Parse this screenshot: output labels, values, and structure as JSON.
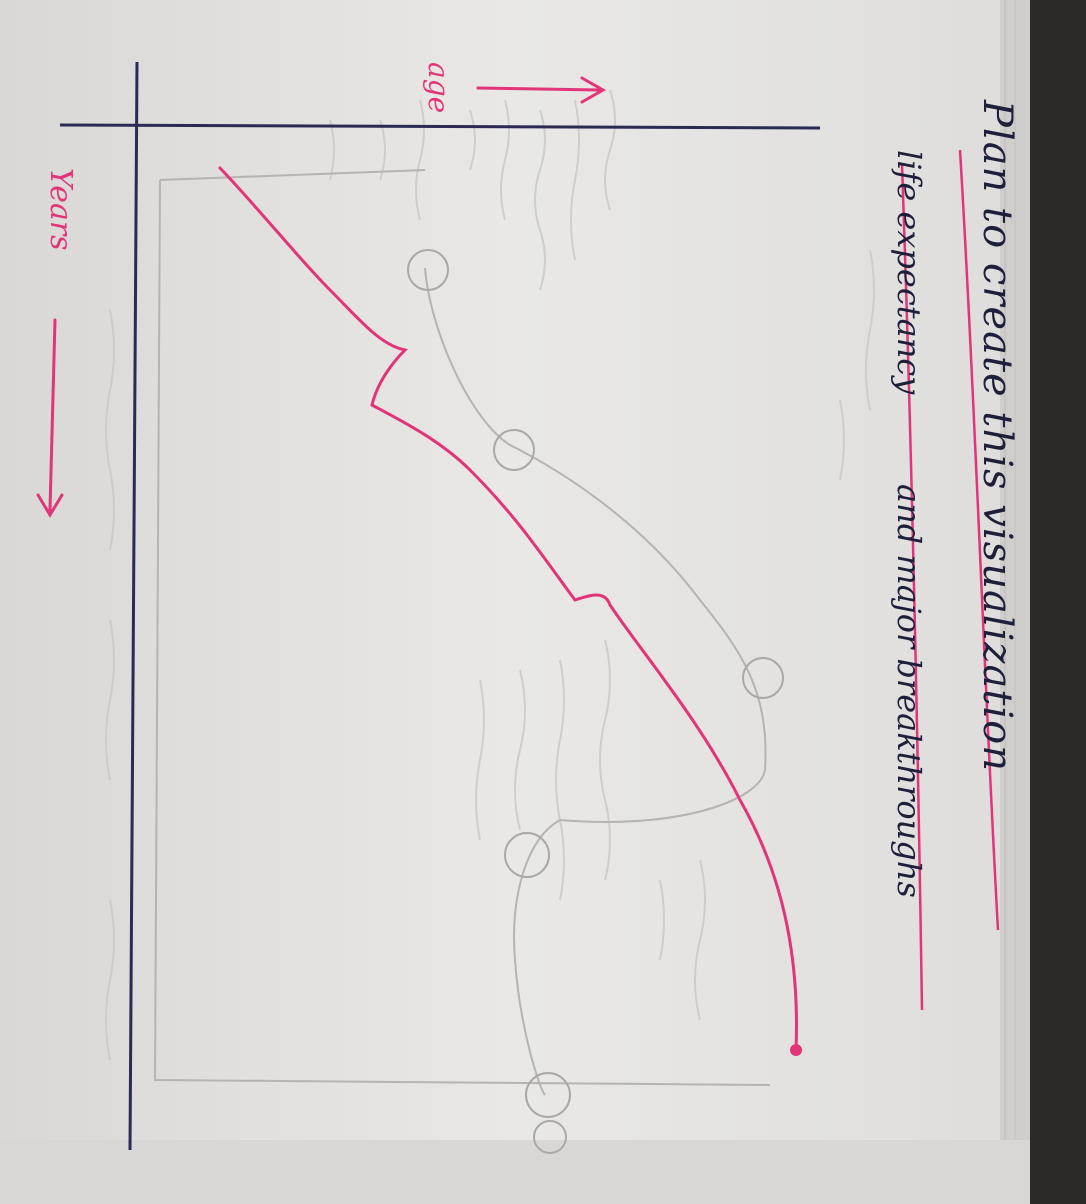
{
  "sketch": {
    "title": "Plan to create this visualization",
    "subtitle_left": "life expectancy",
    "subtitle_right": "and major breakthroughs",
    "axis_vertical_label": "age",
    "axis_horizontal_label": "Years"
  },
  "colors": {
    "paper": "#e7e6e4",
    "paper_shadow": "#cfcecc",
    "ink_blue": "#1e1f3a",
    "ink_pink": "#e23577",
    "pencil": "#b9b8b5",
    "page_edge": "#2b2a28"
  },
  "icons": [
    "arrow-right-icon",
    "arrow-down-icon",
    "circle-marker-icon"
  ]
}
